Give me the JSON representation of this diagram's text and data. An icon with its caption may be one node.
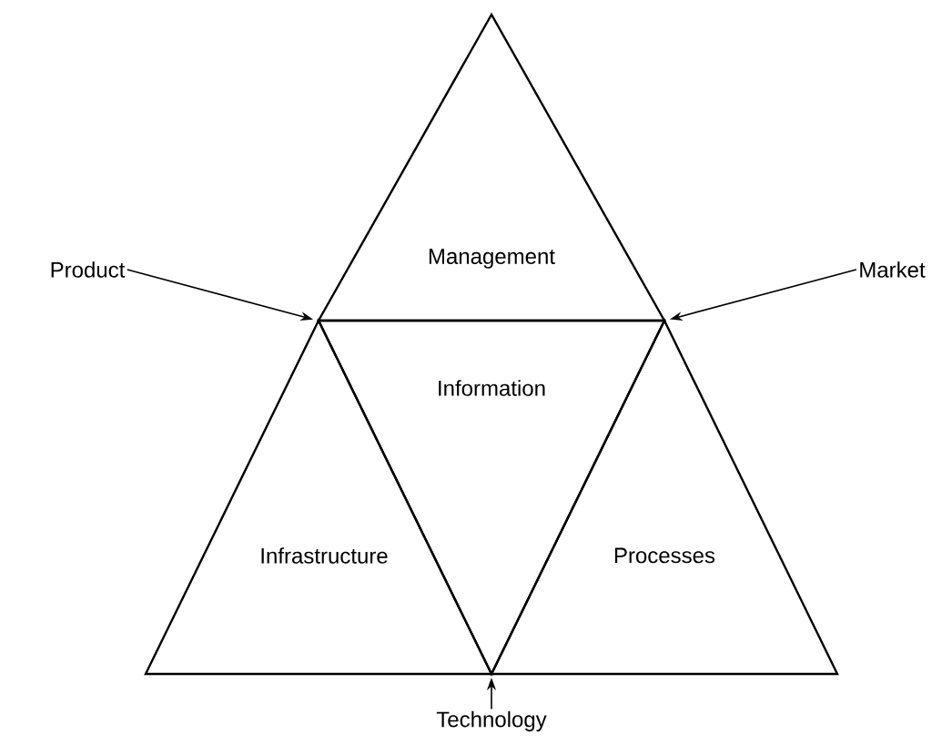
{
  "diagram": {
    "nodes": [
      {
        "text": [
          "Management"
        ]
      },
      {
        "text": [
          "Information"
        ]
      },
      {
        "text": [
          "Infrastructure"
        ]
      },
      {
        "text": [
          "Processes"
        ]
      },
      {
        "text": [
          "Product"
        ]
      },
      {
        "text": [
          "Market"
        ]
      },
      {
        "text": [
          "Technology"
        ]
      }
    ],
    "edges": [
      {
        "from": 4,
        "to": 0,
        "arrow": "to"
      },
      {
        "from": 5,
        "to": 0,
        "arrow": "to"
      },
      {
        "from": 6,
        "to": null,
        "arrow": "to"
      }
    ]
  }
}
